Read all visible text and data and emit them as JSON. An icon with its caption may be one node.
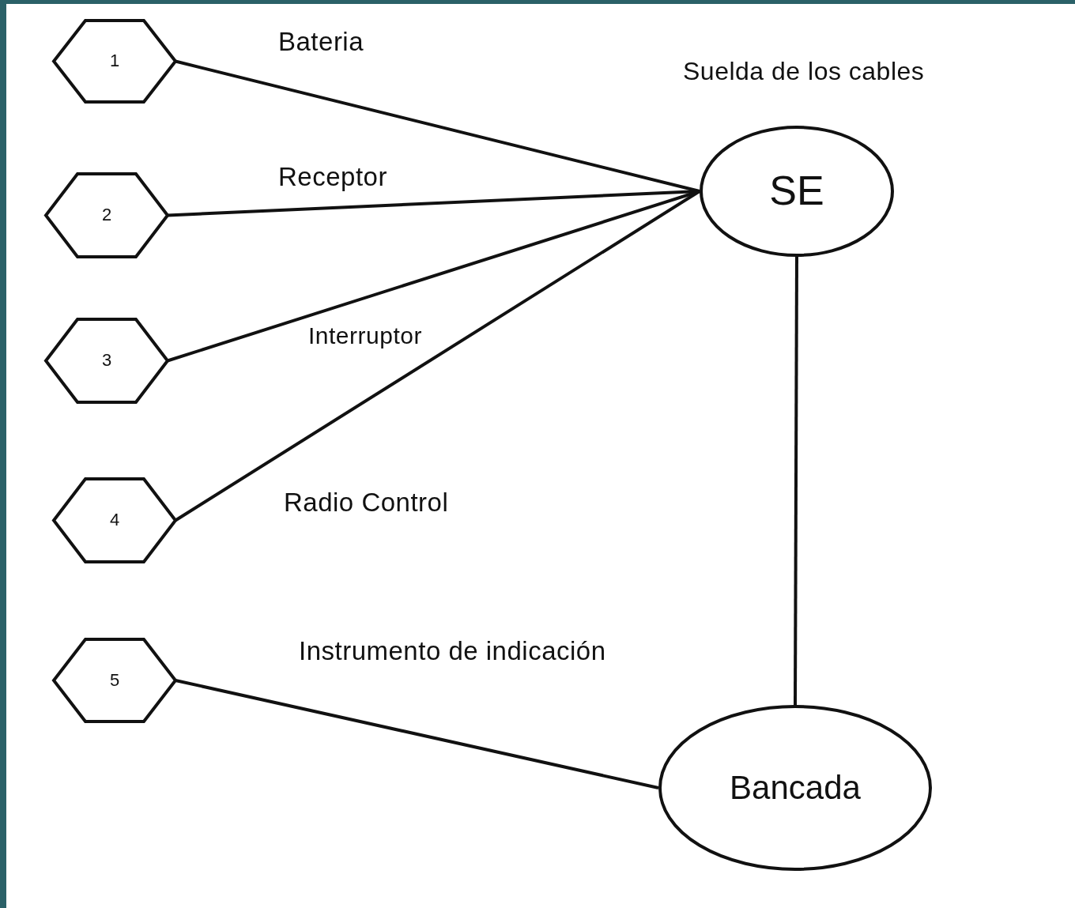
{
  "diagram": {
    "nodes": [
      {
        "text": [
          "1"
        ]
      },
      {
        "text": [
          "2"
        ]
      },
      {
        "text": [
          "3"
        ]
      },
      {
        "text": [
          "4"
        ]
      },
      {
        "text": [
          "5"
        ]
      },
      {
        "text": [
          "SE"
        ],
        "beside": [
          "Suelda de los cables"
        ]
      },
      {
        "text": [
          "Bancada"
        ]
      }
    ],
    "edges": [
      {
        "from": 0,
        "to": 5,
        "arrow": "none",
        "label": "Bateria"
      },
      {
        "from": 1,
        "to": 5,
        "arrow": "none",
        "label": "Receptor"
      },
      {
        "from": 2,
        "to": 5,
        "arrow": "none",
        "label": "Interruptor"
      },
      {
        "from": 3,
        "to": 5,
        "arrow": "none",
        "label": "Radio Control"
      },
      {
        "from": 5,
        "to": 6,
        "arrow": "none"
      },
      {
        "from": 4,
        "to": 6,
        "arrow": "none",
        "label": "Instrumento de indicación"
      }
    ]
  }
}
